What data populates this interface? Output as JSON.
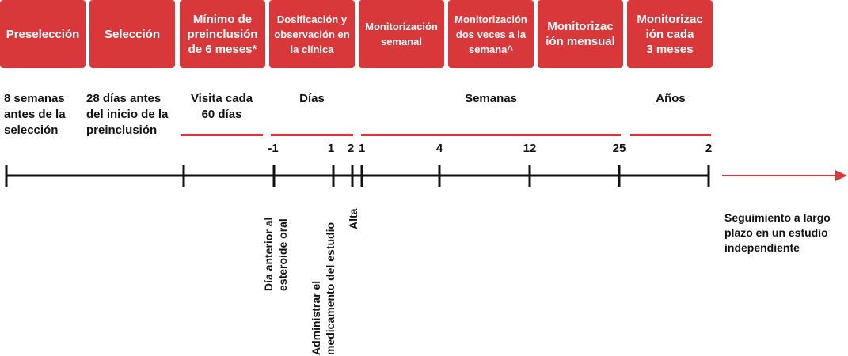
{
  "phases": [
    {
      "label": "Preselección"
    },
    {
      "label": "Selección"
    },
    {
      "label": "Mínimo de\npreinclusión\nde 6 meses*"
    },
    {
      "label": "Dosificación y\nobservación en\nla clínica"
    },
    {
      "label": "Monitorización\nsemanal"
    },
    {
      "label": "Monitorización\ndos veces a la\nsemana^"
    },
    {
      "label": "Monitorizac\nión mensual"
    },
    {
      "label": "Monitorizac\nión cada\n3 meses"
    }
  ],
  "descriptions": {
    "preselection": "8 semanas\nantes de la\nselección",
    "selection": "28 días antes\ndel inicio de la\npreinclusión",
    "run_in": "Visita cada\n60 días",
    "days": "Días",
    "weeks": "Semanas",
    "years": "Años"
  },
  "ticks": {
    "d_minus1": "-1",
    "d_1": "1",
    "d_2": "2",
    "w_1": "1",
    "w_4": "4",
    "w_12": "12",
    "w_25": "25",
    "y_2": "2"
  },
  "events": {
    "day_before": "Día anterior al\nesteroide oral",
    "administer": "Administrar el\nmedicamento del estudio",
    "discharge": "Alta"
  },
  "followup": "Seguimiento a largo\nplazo en un estudio\nindependiente",
  "colors": {
    "accent": "#d9383b",
    "axis": "#111111"
  }
}
